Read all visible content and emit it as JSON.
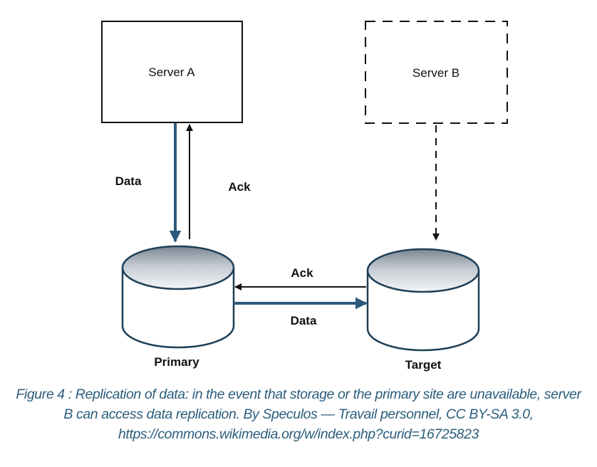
{
  "nodes": {
    "server_a": "Server A",
    "server_b": "Server B",
    "primary": "Primary",
    "target": "Target"
  },
  "edges": {
    "server_to_primary": "Data",
    "primary_to_server": "Ack",
    "target_to_primary": "Ack",
    "primary_to_target": "Data"
  },
  "caption": "Figure 4 : Replication of data: in the event that storage or the primary site are unavailable, server B can access data replication. By Speculos — Travail personnel, CC BY-SA 3.0, https://commons.wikimedia.org/w/index.php?curid=16725823",
  "colors": {
    "data_arrow": "#2d5a7b",
    "ack_arrow": "#111111",
    "caption": "#2c5d7c"
  }
}
